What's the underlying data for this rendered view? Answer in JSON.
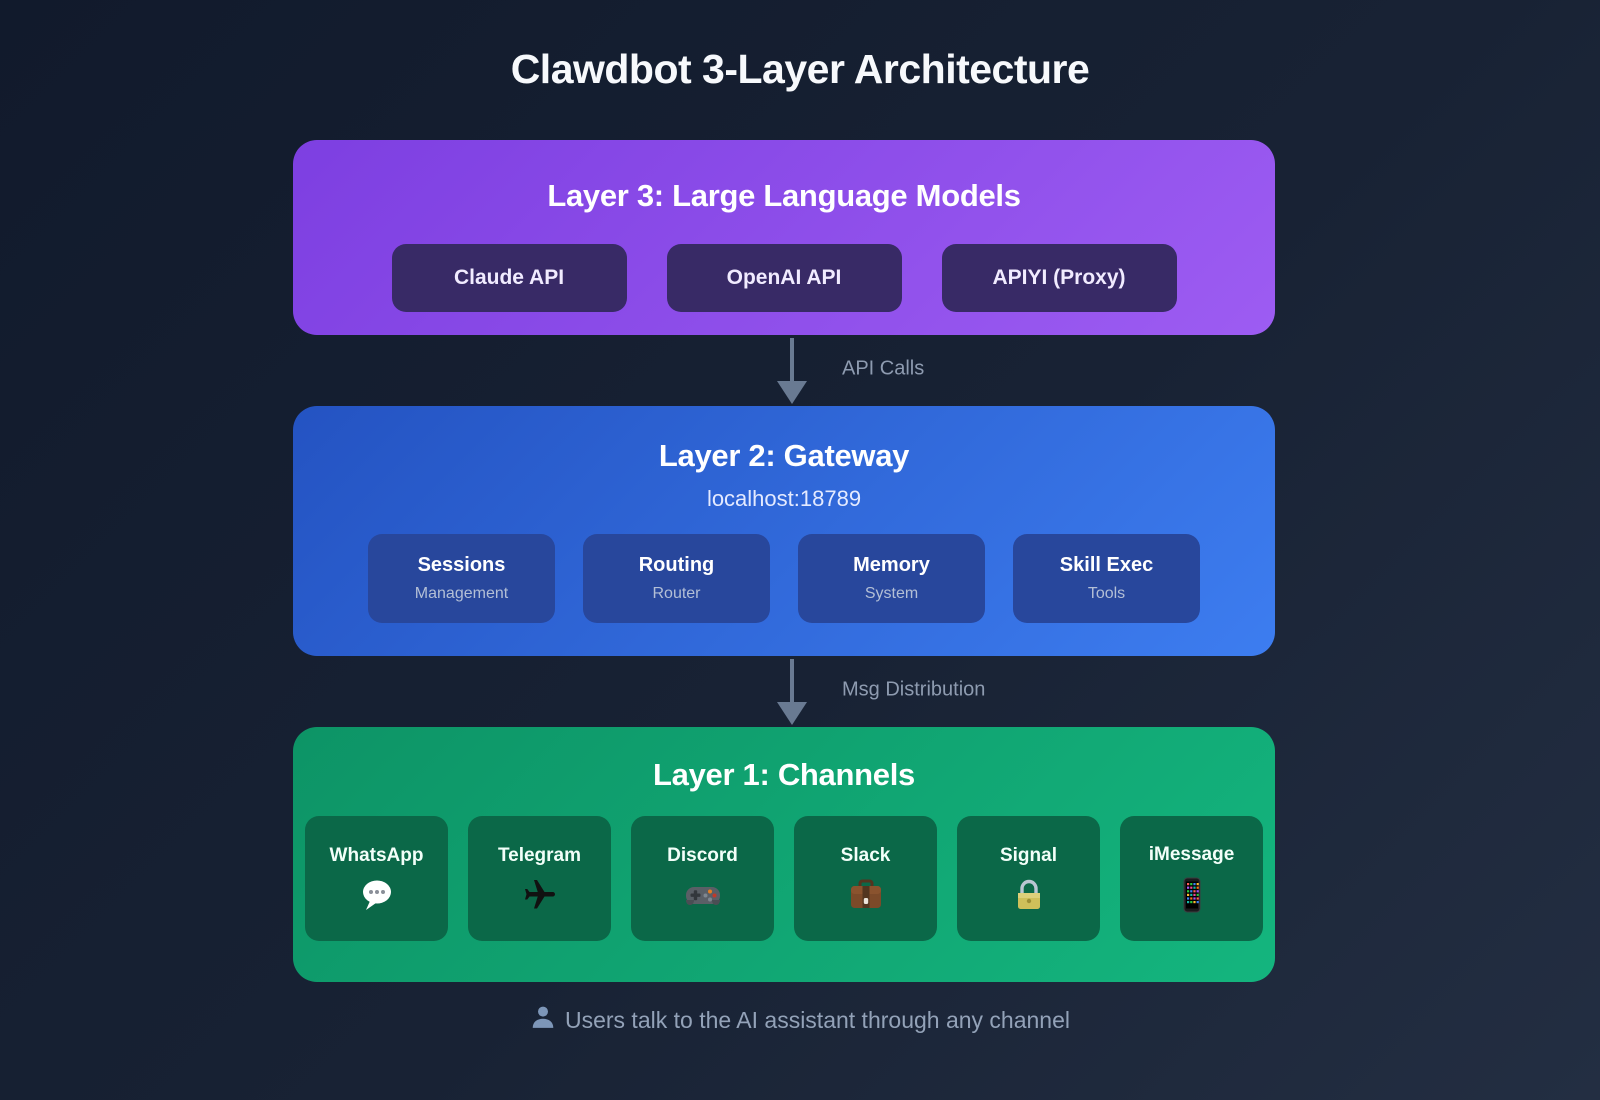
{
  "title": "Clawdbot 3-Layer Architecture",
  "layer3": {
    "title": "Layer 3: Large Language Models",
    "items": [
      {
        "label": "Claude API"
      },
      {
        "label": "OpenAI API"
      },
      {
        "label": "APIYI (Proxy)"
      }
    ]
  },
  "arrows": [
    {
      "label": "API Calls"
    },
    {
      "label": "Msg Distribution"
    }
  ],
  "layer2": {
    "title": "Layer 2: Gateway",
    "subtitle": "localhost:18789",
    "items": [
      {
        "title": "Sessions",
        "subtitle": "Management"
      },
      {
        "title": "Routing",
        "subtitle": "Router"
      },
      {
        "title": "Memory",
        "subtitle": "System"
      },
      {
        "title": "Skill Exec",
        "subtitle": "Tools"
      }
    ]
  },
  "layer1": {
    "title": "Layer 1: Channels",
    "channels": [
      {
        "label": "WhatsApp",
        "icon": "speech-balloon-icon"
      },
      {
        "label": "Telegram",
        "icon": "airplane-icon"
      },
      {
        "label": "Discord",
        "icon": "game-controller-icon"
      },
      {
        "label": "Slack",
        "icon": "briefcase-icon"
      },
      {
        "label": "Signal",
        "icon": "lock-icon"
      },
      {
        "label": "iMessage",
        "icon": "mobile-phone-icon"
      }
    ]
  },
  "caption": {
    "icon": "user-silhouette-icon",
    "text": "Users talk to the AI assistant through any channel"
  },
  "colors": {
    "background_top": "#111a2c",
    "background_bottom": "#232e42",
    "layer3_gradient_start": "#7d3fe1",
    "layer3_gradient_end": "#9d5cf2",
    "layer3_chip": "#382a66",
    "layer2_gradient_start": "#2453c2",
    "layer2_gradient_end": "#3d7df0",
    "layer2_chip": "#28479c",
    "layer1_gradient_start": "#0d9466",
    "layer1_gradient_end": "#14b57e",
    "layer1_chip": "#0b6848",
    "arrow": "#697a92",
    "muted_text": "#93a2b8"
  }
}
